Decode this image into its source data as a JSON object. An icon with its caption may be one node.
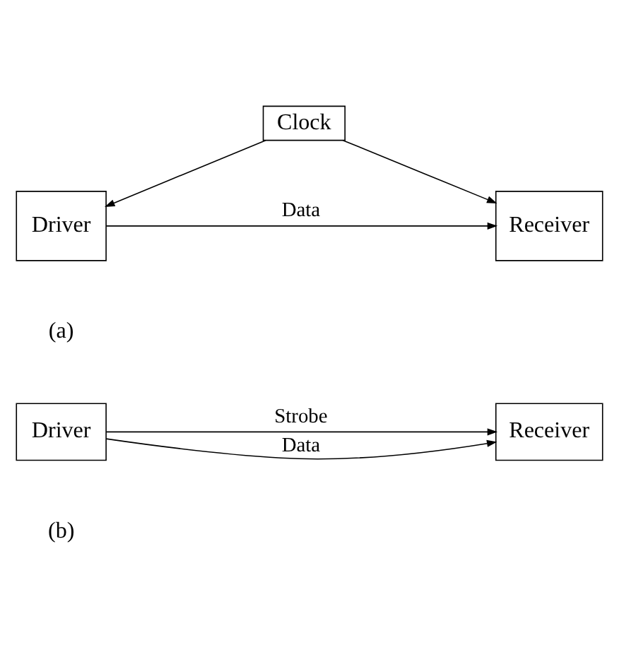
{
  "diagram": {
    "nodes": [
      {
        "text": [
          "Clock"
        ]
      },
      {
        "text": [
          "Driver"
        ]
      },
      {
        "text": [
          "Receiver"
        ]
      },
      {
        "text": [
          "Driver"
        ]
      },
      {
        "text": [
          "Receiver"
        ]
      }
    ],
    "edges": [
      {
        "from": 0,
        "to": 1,
        "arrow": "to"
      },
      {
        "from": 0,
        "to": 2,
        "arrow": "to"
      },
      {
        "from": 1,
        "to": 2,
        "arrow": "to",
        "label": "Data"
      },
      {
        "from": 3,
        "to": 4,
        "arrow": "to",
        "label": "Strobe"
      },
      {
        "from": 3,
        "to": 4,
        "arrow": "to",
        "label": "Data"
      }
    ],
    "labels": [
      "(a)",
      "(b)"
    ]
  }
}
